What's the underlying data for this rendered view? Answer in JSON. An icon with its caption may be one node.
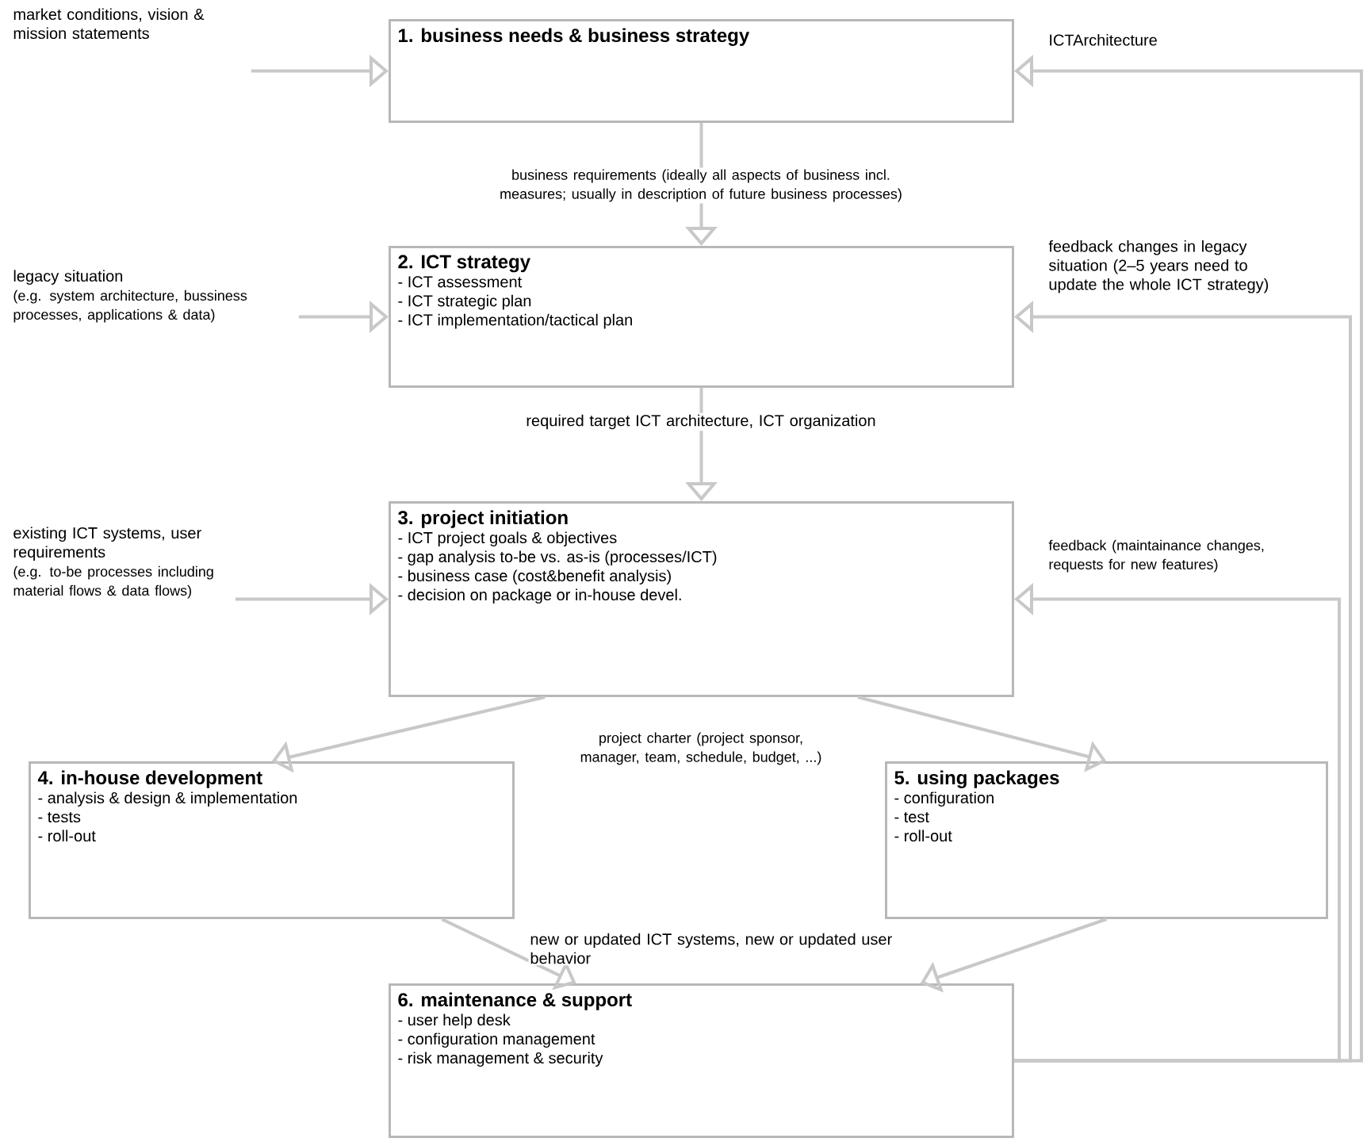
{
  "diagram": {
    "nodes": [
      {
        "text": [
          "1. business needs & business strategy"
        ]
      },
      {
        "text": [
          "2. ICT strategy",
          "- ICT assessment",
          "- ICT strategic plan",
          "- ICT implementation/tactical plan"
        ]
      },
      {
        "text": [
          "3. project initiation",
          "- ICT project goals & objectives",
          "- gap analysis to-be vs. as-is (processes/ICT)",
          "- business case (cost&benefit analysis)",
          "- decision on package or in-house devel."
        ]
      },
      {
        "text": [
          "4. in-house development",
          "- analysis & design & implementation",
          "- tests",
          "- roll-out"
        ]
      },
      {
        "text": [
          "5. using packages",
          "- configuration",
          "- test",
          "- roll-out"
        ]
      },
      {
        "text": [
          "6. maintenance & support",
          "- user help desk",
          "- configuration management",
          "- risk management & security"
        ]
      },
      {
        "text": [
          "market conditions, vision & mission statements"
        ]
      },
      {
        "text": [
          "legacy situation",
          "(e.g. system architecture, bussiness processes, applications & data)"
        ]
      },
      {
        "text": [
          "existing ICT systems, user requirements",
          "(e.g. to-be processes including material flows & data flows)"
        ]
      }
    ],
    "edges": [
      {
        "from": 0,
        "to": 1,
        "arrow": "to",
        "label": "business requirements (ideally all aspects of business incl. measures; usually in description of future business processes)"
      },
      {
        "from": 1,
        "to": 2,
        "arrow": "to",
        "label": "required target ICT architecture, ICT organization"
      },
      {
        "from": 2,
        "to": 3,
        "arrow": "to",
        "label": "project charter (project sponsor, manager, team, schedule, budget, ...)"
      },
      {
        "from": 2,
        "to": 4,
        "arrow": "to"
      },
      {
        "from": 3,
        "to": 5,
        "arrow": "to",
        "label": "new or updated ICT systems, new or updated user behavior"
      },
      {
        "from": 4,
        "to": 5,
        "arrow": "to"
      },
      {
        "from": 6,
        "to": 0,
        "arrow": "to"
      },
      {
        "from": 7,
        "to": 1,
        "arrow": "to"
      },
      {
        "from": 8,
        "to": 2,
        "arrow": "to"
      },
      {
        "from": 5,
        "to": 2,
        "arrow": "to",
        "label": "feedback (maintainance changes, requests for new features)"
      },
      {
        "from": 5,
        "to": 1,
        "arrow": "to",
        "label": "feedback changes in legacy situation (2–5 years need to update the whole ICT strategy)"
      },
      {
        "from": 5,
        "to": 0,
        "arrow": "to",
        "label": "ICTArchitecture"
      }
    ]
  }
}
